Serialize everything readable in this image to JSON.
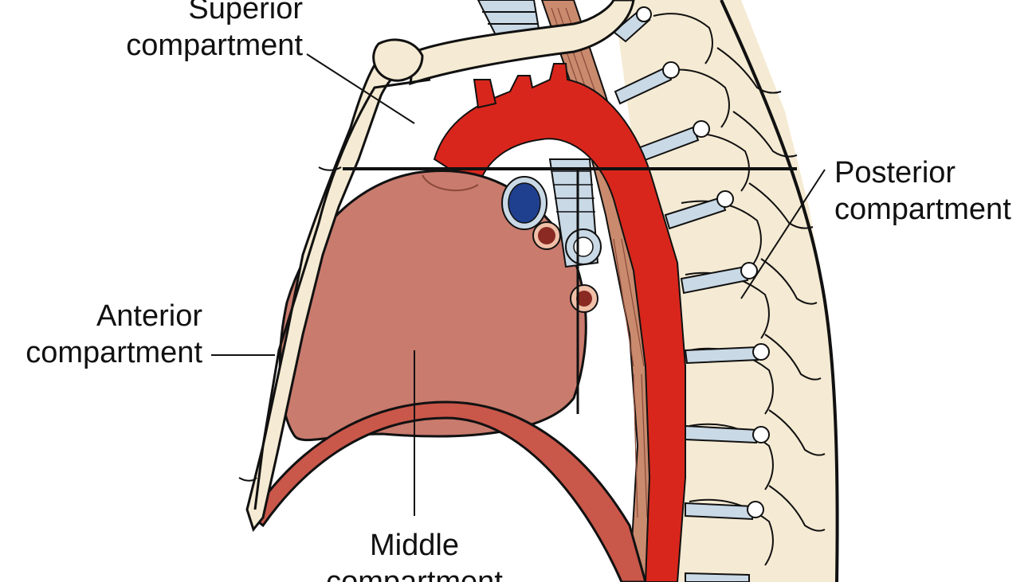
{
  "labels": {
    "superior": [
      "Superior",
      "compartment"
    ],
    "posterior": [
      "Posterior",
      "compartment"
    ],
    "anterior": [
      "Anterior",
      "compartment"
    ],
    "middle": [
      "Middle",
      "compartment"
    ]
  },
  "colors": {
    "bone": "#f5ead3",
    "cartilage": "#c9d9e6",
    "aorta": "#d9261c",
    "heart": "#c97b6e",
    "diaphragm": "#c9574a",
    "vein": "#1f3f8f",
    "outline": "#111111"
  }
}
